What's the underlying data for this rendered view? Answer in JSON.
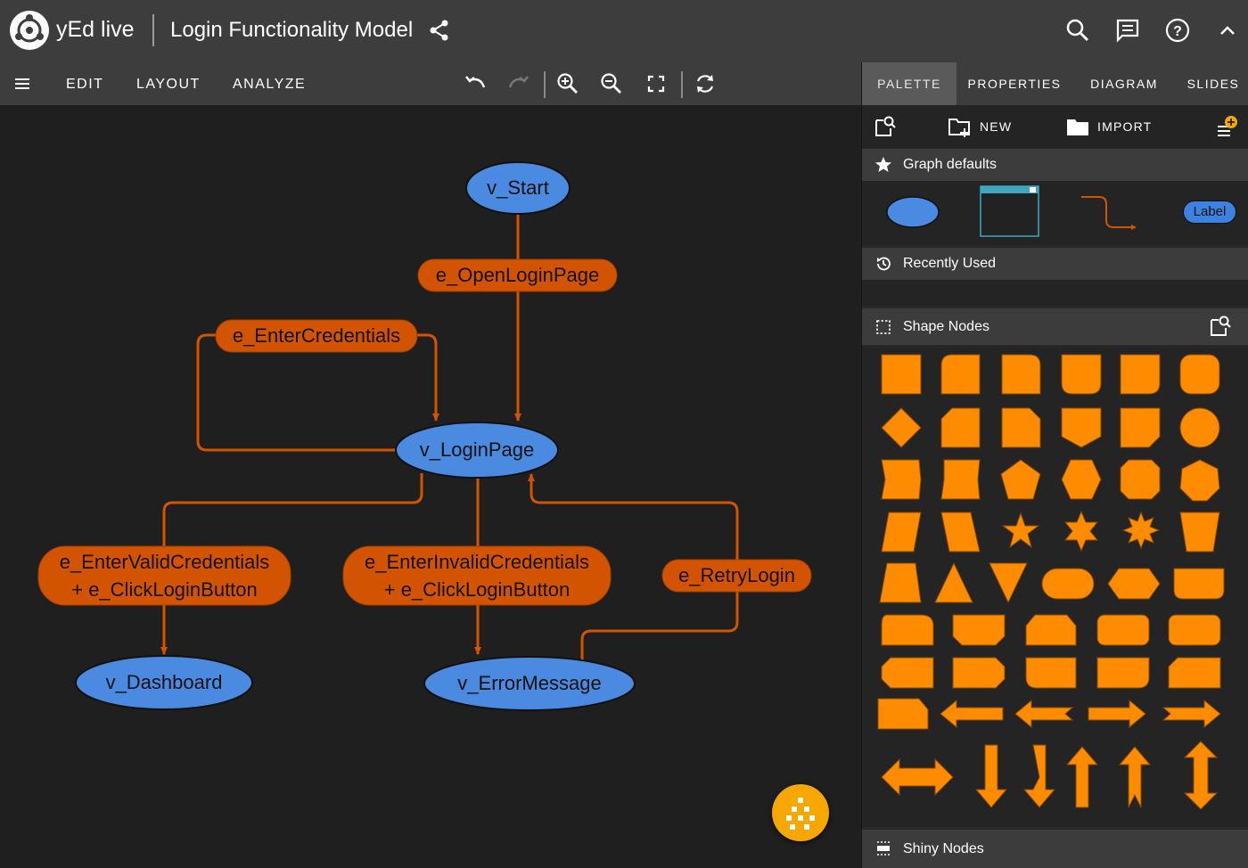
{
  "app": {
    "name": "yEd live",
    "document_title": "Login Functionality Model",
    "icons": [
      "yed-logo-icon",
      "share-icon",
      "search-icon",
      "comment-icon",
      "help-icon",
      "chevron-up-icon"
    ]
  },
  "menu": {
    "items": [
      "EDIT",
      "LAYOUT",
      "ANALYZE"
    ],
    "tools": [
      "undo-icon",
      "redo-icon",
      "zoom-in-icon",
      "zoom-out-icon",
      "fit-content-icon",
      "refresh-layout-icon"
    ]
  },
  "panel": {
    "tabs": [
      "PALETTE",
      "PROPERTIES",
      "DIAGRAM",
      "SLIDES"
    ],
    "active_tab": "PALETTE",
    "actions": {
      "new_label": "NEW",
      "import_label": "IMPORT"
    },
    "sections": {
      "graph_defaults": "Graph defaults",
      "recently_used": "Recently Used",
      "shape_nodes": "Shape Nodes",
      "shiny_nodes": "Shiny Nodes"
    },
    "defaults_label_chip": "Label"
  },
  "graph": {
    "nodes": [
      {
        "id": "v_start",
        "label": "v_Start"
      },
      {
        "id": "v_loginpage",
        "label": "v_LoginPage"
      },
      {
        "id": "v_dashboard",
        "label": "v_Dashboard"
      },
      {
        "id": "v_errormessage",
        "label": "v_ErrorMessage"
      }
    ],
    "edge_labels": [
      {
        "id": "e_openloginpage",
        "lines": [
          "e_OpenLoginPage"
        ]
      },
      {
        "id": "e_entercredentials",
        "lines": [
          "e_EnterCredentials"
        ]
      },
      {
        "id": "e_entervalid",
        "lines": [
          "e_EnterValidCredentials",
          "+ e_ClickLoginButton"
        ]
      },
      {
        "id": "e_enterinvalid",
        "lines": [
          "e_EnterInvalidCredentials",
          "+ e_ClickLoginButton"
        ]
      },
      {
        "id": "e_retrylogin",
        "lines": [
          "e_RetryLogin"
        ]
      }
    ]
  },
  "colors": {
    "node_blue": "#4a8ae0",
    "edge_orange": "#d35400",
    "palette_orange": "#ff8c00",
    "fab_yellow": "#f6a800"
  }
}
